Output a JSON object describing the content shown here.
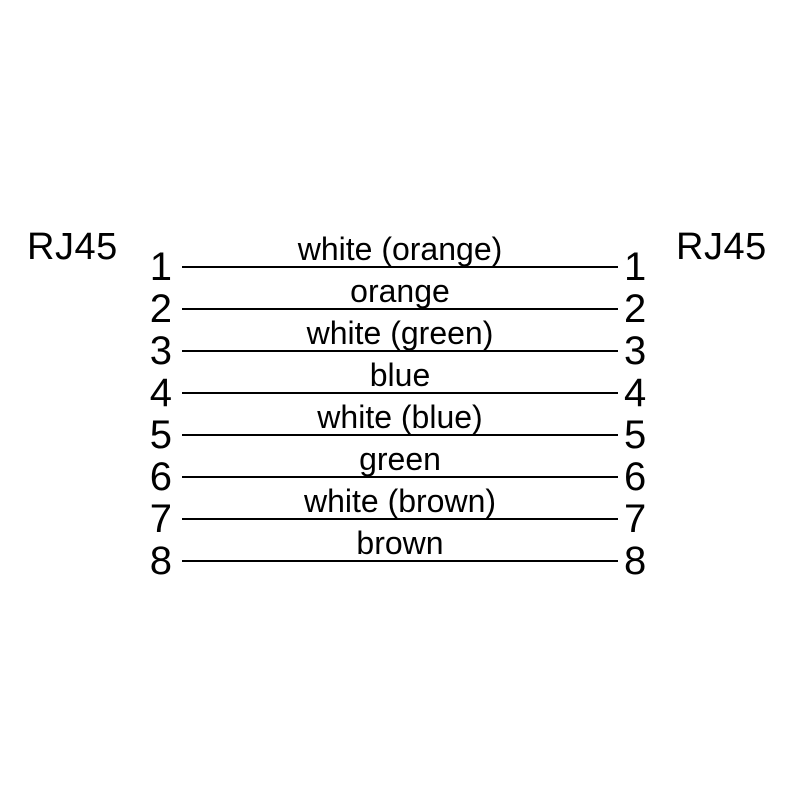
{
  "diagram": {
    "left_connector_label": "RJ45",
    "right_connector_label": "RJ45",
    "pins": [
      {
        "left_pin": "1",
        "wire": "white (orange)",
        "right_pin": "1"
      },
      {
        "left_pin": "2",
        "wire": "orange",
        "right_pin": "2"
      },
      {
        "left_pin": "3",
        "wire": "white (green)",
        "right_pin": "3"
      },
      {
        "left_pin": "4",
        "wire": "blue",
        "right_pin": "4"
      },
      {
        "left_pin": "5",
        "wire": "white (blue)",
        "right_pin": "5"
      },
      {
        "left_pin": "6",
        "wire": "green",
        "right_pin": "6"
      },
      {
        "left_pin": "7",
        "wire": "white (brown)",
        "right_pin": "7"
      },
      {
        "left_pin": "8",
        "wire": "brown",
        "right_pin": "8"
      }
    ],
    "colors": {
      "foreground": "#000000",
      "background": "#ffffff"
    }
  }
}
